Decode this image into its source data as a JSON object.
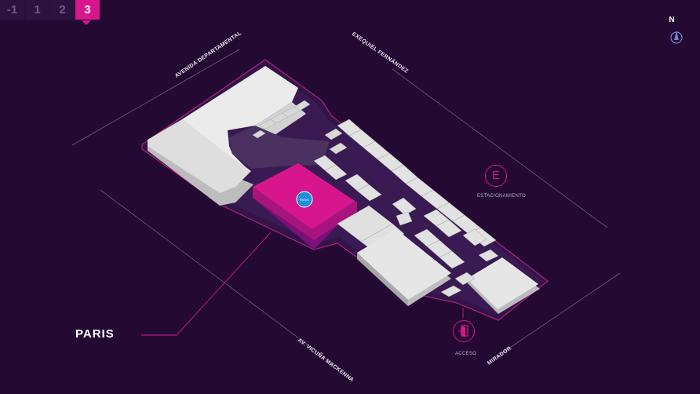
{
  "floors": {
    "items": [
      "-1",
      "1",
      "2",
      "3"
    ],
    "active_index": 3
  },
  "compass": {
    "label": "N"
  },
  "streets": {
    "avenida_departamental": "AVENIDA DEPARTAMENTAL",
    "exequiel_fernandez": "EXEQUIEL FERNÁNDEZ",
    "vicuna_mackenna": "AV. VICUÑA MACKENNA",
    "mirador": "MIRADOR"
  },
  "stores": {
    "paris": {
      "label": "PARIS",
      "logo_text": "PARIS"
    }
  },
  "pois": {
    "parking": {
      "letter": "E",
      "label": "ESTACIONAMIENTO"
    },
    "access": {
      "label": "ACCESO"
    }
  },
  "colors": {
    "background": "#240a33",
    "accent": "#d7168e",
    "building": "#dcdcdc",
    "store_highlight": "#d7168e"
  }
}
